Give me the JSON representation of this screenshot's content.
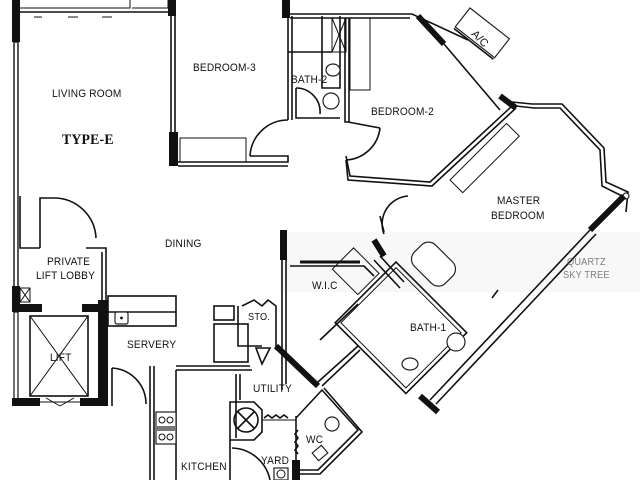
{
  "plan": {
    "type_label": "TYPE-E",
    "rooms": {
      "living_room": "LIVING ROOM",
      "bedroom_3": "BEDROOM-3",
      "bath_2": "BATH-2",
      "bedroom_2": "BEDROOM-2",
      "ac": "A/C",
      "master_bedroom_line1": "MASTER",
      "master_bedroom_line2": "BEDROOM",
      "dining": "DINING",
      "private_lift_lobby_line1": "PRIVATE",
      "private_lift_lobby_line2": "LIFT LOBBY",
      "lift": "LIFT",
      "servery": "SERVERY",
      "walk_in_closet": "W.I.C",
      "storage": "STO.",
      "bath_1": "BATH-1",
      "utility": "UTILITY",
      "kitchen": "KITCHEN",
      "yard": "YARD",
      "wc": "WC"
    },
    "watermark_line1": "QUARTZ",
    "watermark_line2": "SKY TREE"
  }
}
